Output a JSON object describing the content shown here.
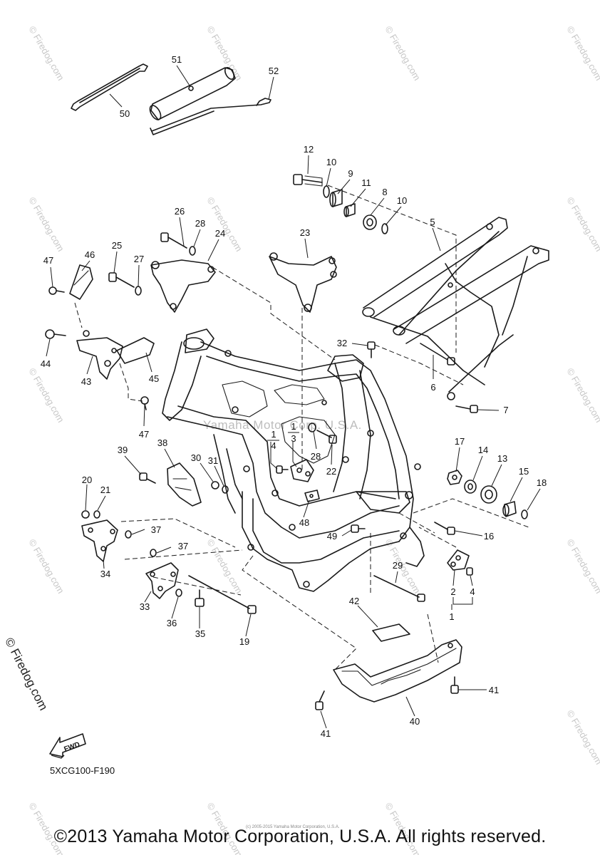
{
  "diagram": {
    "diagram_code": "5XCG100-F190",
    "copyright": "©2013 Yamaha Motor Corporation, U.S.A. All rights reserved.",
    "center_watermark": "Yamaha Motor Corp. U.S.A.",
    "side_watermark": "© Firedog.com",
    "tiny_footer": "(c) 2005-2015 Yamaha Motor Corporation, U.S.A.",
    "fwd_label": "FWD",
    "callouts": [
      "1",
      "2",
      "3",
      "4",
      "5",
      "6",
      "7",
      "8",
      "9",
      "10",
      "11",
      "12",
      "13",
      "14",
      "15",
      "16",
      "17",
      "18",
      "19",
      "20",
      "21",
      "22",
      "23",
      "24",
      "25",
      "26",
      "27",
      "28",
      "29",
      "30",
      "31",
      "32",
      "33",
      "34",
      "35",
      "36",
      "37",
      "38",
      "39",
      "40",
      "41",
      "42",
      "43",
      "44",
      "45",
      "46",
      "47",
      "48",
      "49",
      "50",
      "51",
      "52"
    ]
  },
  "labels": {
    "l51": "51",
    "l52": "52",
    "l50": "50",
    "l12": "12",
    "l10a": "10",
    "l9": "9",
    "l11": "11",
    "l8": "8",
    "l10b": "10",
    "l5": "5",
    "l26": "26",
    "l28a": "28",
    "l24": "24",
    "l23": "23",
    "l25": "25",
    "l27": "27",
    "l47a": "47",
    "l46": "46",
    "l44": "44",
    "l43": "43",
    "l45": "45",
    "l47b": "47",
    "l32": "32",
    "l6": "6",
    "l7": "7",
    "l1a": "1",
    "l4a": "4",
    "l1b": "1",
    "l3": "3",
    "l28b": "28",
    "l22": "22",
    "l17": "17",
    "l14": "14",
    "l13": "13",
    "l15": "15",
    "l18": "18",
    "l16": "16",
    "l39": "39",
    "l38": "38",
    "l30": "30",
    "l31": "31",
    "l48": "48",
    "l49": "49",
    "l20": "20",
    "l21": "21",
    "l37a": "37",
    "l37b": "37",
    "l34": "34",
    "l33": "33",
    "l36": "36",
    "l35": "35",
    "l19": "19",
    "l29": "29",
    "l2": "2",
    "l4b": "4",
    "l1c": "1",
    "l42": "42",
    "l41a": "41",
    "l41b": "41",
    "l40": "40"
  },
  "watermarks": [
    "© Firedog.com"
  ]
}
